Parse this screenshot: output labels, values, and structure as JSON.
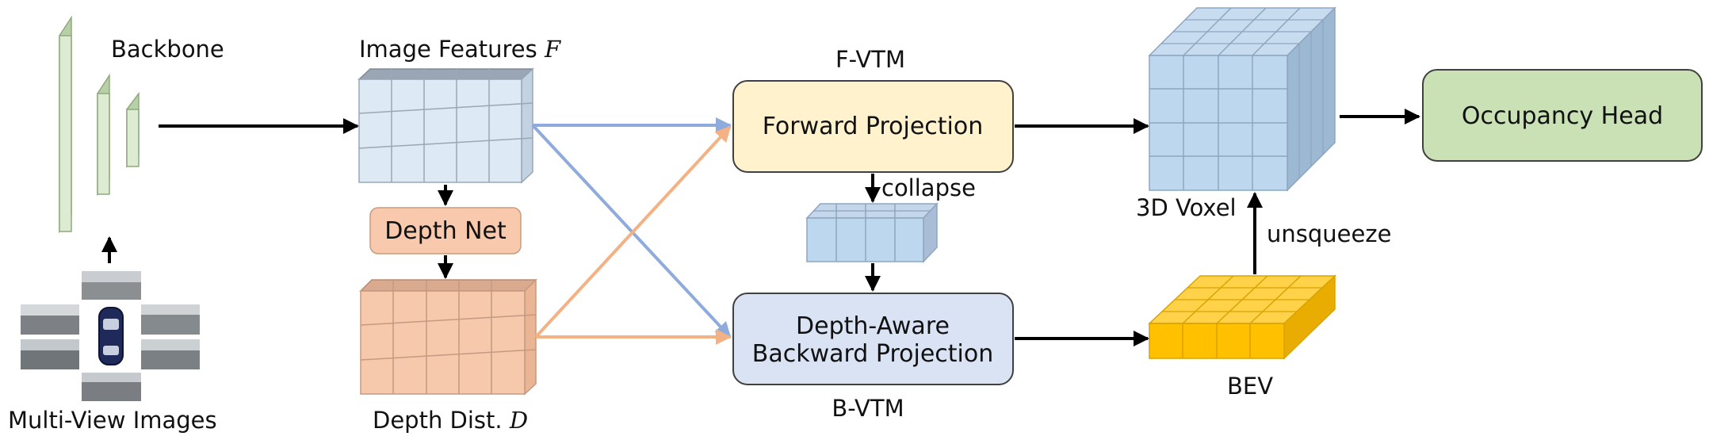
{
  "labels": {
    "backbone": "Backbone",
    "image_features": "Image Features",
    "image_features_sym": "F",
    "depth_net": "Depth Net",
    "depth_dist": "Depth Dist.",
    "depth_dist_sym": "D",
    "multi_view": "Multi-View Images",
    "fvtm": "F-VTM",
    "forward_projection": "Forward Projection",
    "collapse": "collapse",
    "depth_aware_line1": "Depth-Aware",
    "depth_aware_line2": "Backward Projection",
    "bvtm": "B-VTM",
    "voxel": "3D Voxel",
    "unsqueeze": "unsqueeze",
    "bev": "BEV",
    "occupancy_head": "Occupancy Head"
  },
  "colors": {
    "backbone_fill": "#dcebd2",
    "features_front": "#dde9f5",
    "features_top": "#9aa6b4",
    "depth_front": "#f6c9ad",
    "depth_top": "#d9aa8e",
    "depth_net_fill": "#f8c9ac",
    "forward_fill": "#fff2cc",
    "backward_fill": "#dae3f3",
    "voxel_front": "#bdd7ee",
    "voxel_side": "#9db8d3",
    "bev_front": "#ffc000",
    "bev_top": "#ffd24a",
    "occupancy_fill": "#c9e1b5",
    "blue_arrow": "#8faadc",
    "orange_arrow": "#f4b183"
  }
}
